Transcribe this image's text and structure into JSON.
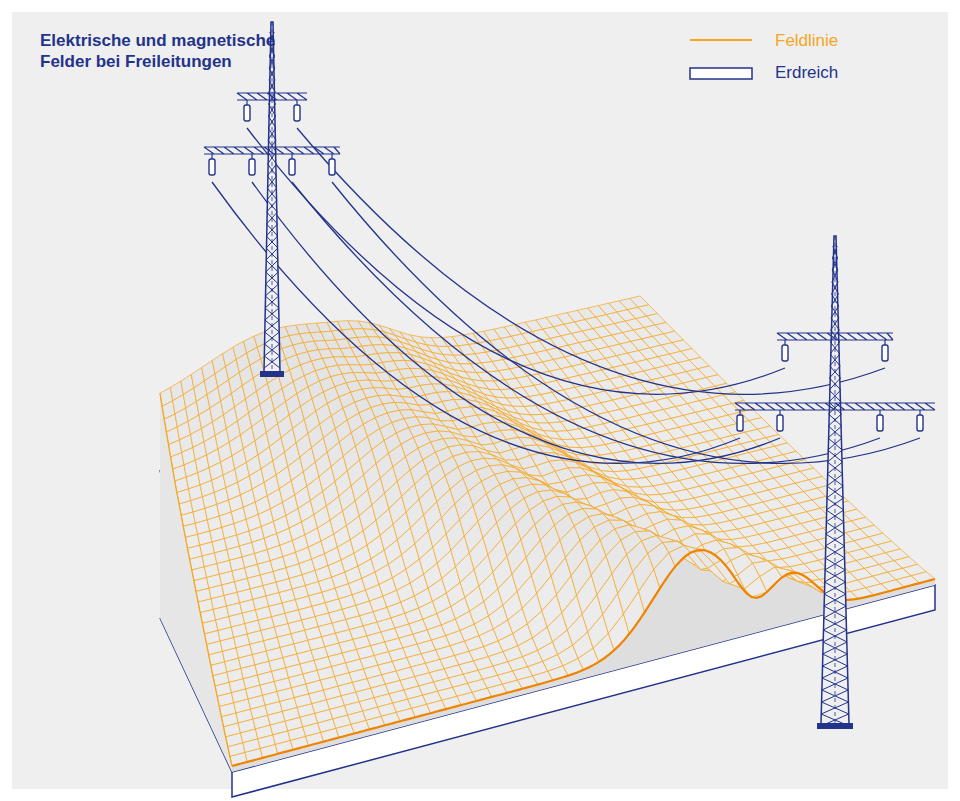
{
  "diagram": {
    "title": "Elektrische und magnetische Felder bei Freileitungen",
    "legend": [
      {
        "text": "Feldlinie"
      },
      {
        "text": "Erdreich"
      }
    ]
  }
}
